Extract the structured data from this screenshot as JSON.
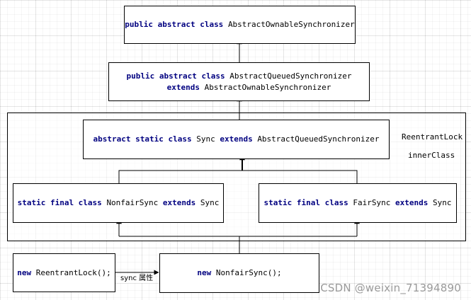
{
  "nodes": {
    "aos": {
      "line1": [
        {
          "text": "public abstract class ",
          "kw": true
        },
        {
          "text": "AbstractOwnableSynchronizer",
          "kw": false
        }
      ]
    },
    "aqs": {
      "line1": [
        {
          "text": "public abstract class ",
          "kw": true
        },
        {
          "text": "AbstractQueuedSynchronizer",
          "kw": false
        }
      ],
      "line2": [
        {
          "text": "extends ",
          "kw": true
        },
        {
          "text": "AbstractOwnableSynchronizer",
          "kw": false
        }
      ]
    },
    "sync": {
      "line1": [
        {
          "text": "abstract static class ",
          "kw": true
        },
        {
          "text": "Sync ",
          "kw": false
        },
        {
          "text": "extends ",
          "kw": true
        },
        {
          "text": "AbstractQueuedSynchronizer",
          "kw": false
        }
      ]
    },
    "nonfair_sync": {
      "line1": [
        {
          "text": "static final class ",
          "kw": true
        },
        {
          "text": "NonfairSync ",
          "kw": false
        },
        {
          "text": "extends ",
          "kw": true
        },
        {
          "text": "Sync",
          "kw": false
        }
      ]
    },
    "fair_sync": {
      "line1": [
        {
          "text": "static final class ",
          "kw": true
        },
        {
          "text": "FairSync ",
          "kw": false
        },
        {
          "text": "extends ",
          "kw": true
        },
        {
          "text": "Sync",
          "kw": false
        }
      ]
    },
    "new_reentrant_lock": {
      "line1": [
        {
          "text": "new ",
          "kw": true
        },
        {
          "text": "ReentrantLock();",
          "kw": false
        }
      ]
    },
    "new_nonfair_sync": {
      "line1": [
        {
          "text": "new ",
          "kw": true
        },
        {
          "text": "NonfairSync();",
          "kw": false
        }
      ]
    }
  },
  "container": {
    "label_line1": "ReentrantLock",
    "label_line2": "innerClass"
  },
  "edge_label": "sync 属性",
  "watermark": "CSDN @weixin_71394890",
  "colors": {
    "keyword": "#000080",
    "text": "#000000",
    "line": "#000000"
  }
}
